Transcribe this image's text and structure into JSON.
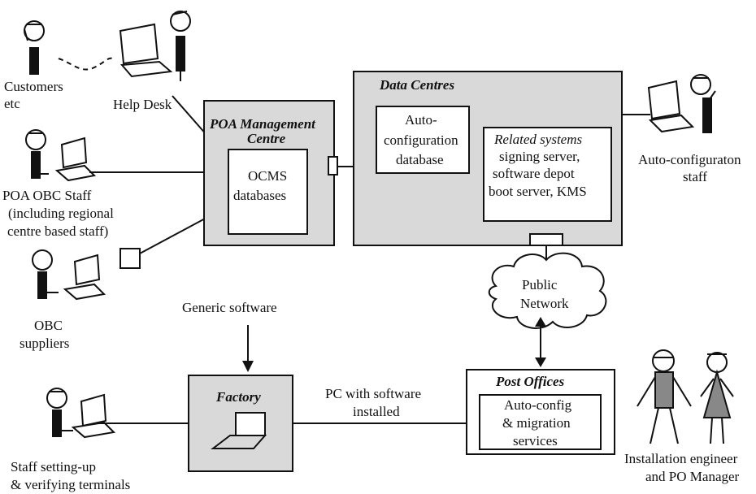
{
  "labels": {
    "customers": [
      "Customers",
      "etc"
    ],
    "help_desk": "Help Desk",
    "poa_mgmt_title": [
      "POA Management",
      "Centre"
    ],
    "ocms": [
      "OCMS",
      "databases"
    ],
    "data_centres_title": "Data Centres",
    "autoconfig_db": [
      "Auto-",
      "configuration",
      "database"
    ],
    "related_systems_title": "Related systems",
    "related_systems": [
      "signing server,",
      "software depot",
      "boot server, KMS"
    ],
    "autoconfig_staff": [
      "Auto-configuraton",
      "staff"
    ],
    "poa_obc_staff": [
      "POA OBC Staff",
      "(including regional",
      "centre  based staff)"
    ],
    "obc_suppliers": [
      "OBC",
      "suppliers"
    ],
    "public_network": [
      "Public",
      "Network"
    ],
    "generic_software": "Generic software",
    "factory": "Factory",
    "pc_with_software": [
      "PC with software",
      "installed"
    ],
    "post_offices": "Post Offices",
    "autoconfig_services": [
      "Auto-config",
      "& migration",
      "services"
    ],
    "staff_setting_up": [
      "Staff setting-up",
      "& verifying terminals"
    ],
    "installation_engineer": [
      "Installation engineer",
      "and PO Manager"
    ]
  },
  "colors": {
    "shade": "#d9d9d9",
    "ink": "#111111"
  }
}
